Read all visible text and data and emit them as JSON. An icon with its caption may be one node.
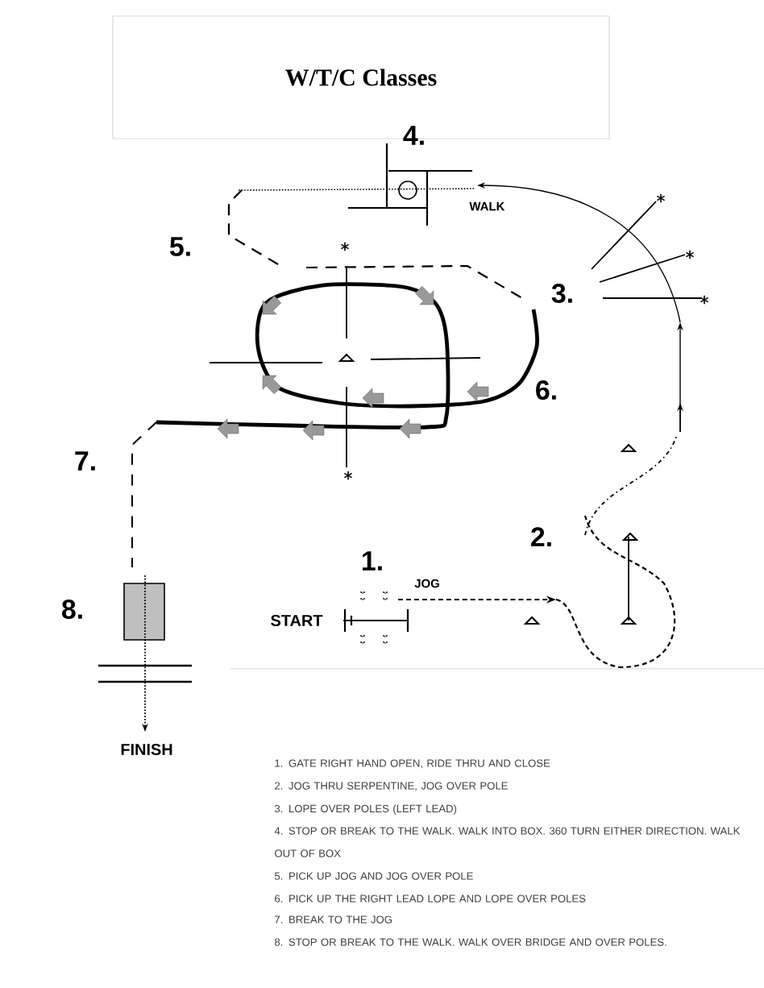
{
  "diagram": {
    "title": "W/T/C Classes",
    "labels": [
      "4.",
      "WALK",
      "5.",
      "3.",
      "6.",
      "7.",
      "2.",
      "1.",
      "JOG",
      "8.",
      "START",
      "FINISH",
      "1.    GATE RIGHT HAND OPEN, RIDE THRU AND CLOSE",
      "2.    JOG THRU SERPENTINE, JOG OVER POLE",
      "3.    LOPE OVER POLES (LEFT LEAD)",
      "4.    STOP OR BREAK TO THE WALK.  WALK INTO BOX.  360 TURN EITHER DIRECTION. WALK OUT OF BOX",
      "5.    PICK UP JOG AND JOG OVER POLE",
      "6.    PICK UP THE RIGHT LEAD LOPE AND LOPE OVER POLES",
      "7.    BREAK TO THE JOG",
      "8.    STOP OR BREAK TO THE WALK.  WALK OVER BRIDGE AND OVER POLES."
    ]
  }
}
